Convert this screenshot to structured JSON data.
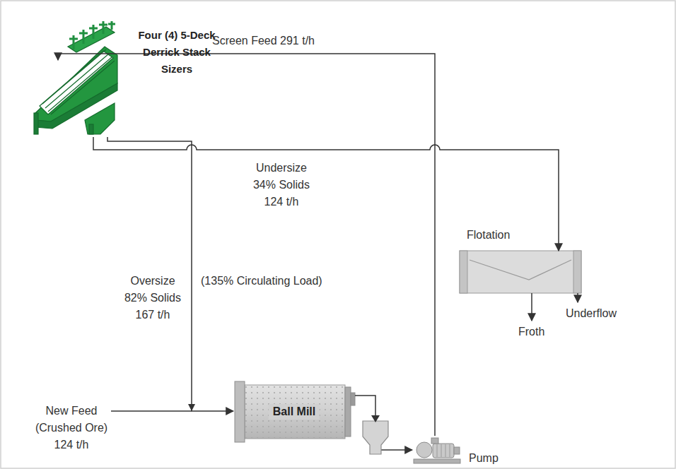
{
  "diagram": {
    "nodes": [
      {
        "text": [
          "Four (4) 5-Deck Derrick Stack Sizers"
        ]
      },
      {
        "text": [
          "Ball Mill"
        ]
      },
      {
        "text": [
          "Pump"
        ]
      },
      {
        "text": [
          "Flotation"
        ]
      }
    ],
    "edges": [
      {
        "from": 0,
        "to": 3,
        "arrow": "to",
        "label": "Undersize 34% Solids 124 t/h"
      },
      {
        "from": 0,
        "to": 1,
        "arrow": "to",
        "label": "Oversize 82% Solids 167 t/h"
      },
      {
        "from": 1,
        "to": 2,
        "arrow": "to"
      },
      {
        "from": 2,
        "to": 0,
        "arrow": "to",
        "label": "Screen Feed 291 t/h"
      }
    ],
    "labels": [
      "(135% Circulating Load)",
      "New Feed (Crushed Ore) 124 t/h",
      "Underflow",
      "Froth"
    ]
  }
}
